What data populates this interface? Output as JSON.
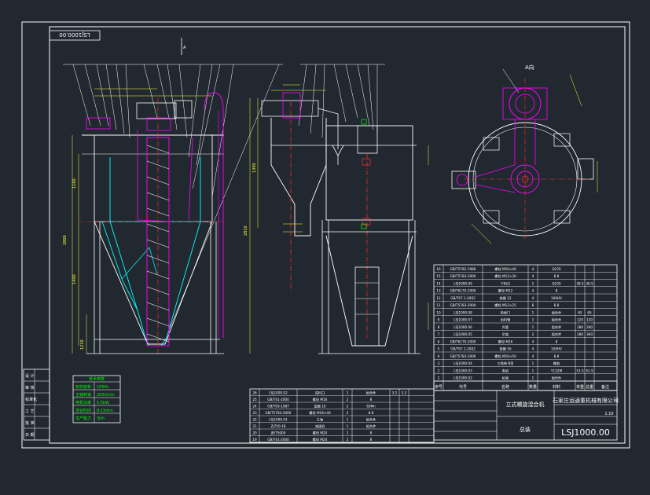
{
  "drawing": {
    "top_drawing_number": "LSJ1000.00",
    "bottom_drawing_number": "LSJ1000.00",
    "product_name": "立式螺旋混合机",
    "company": "石家庄运通重机械有限公司",
    "section_label": "A向",
    "view_arrow_label": "A",
    "assembly_label": "总装",
    "scale": "1:10"
  },
  "bom": {
    "headers": [
      "序号",
      "代号",
      "名称",
      "数量",
      "材料",
      "单重",
      "总重",
      "备注"
    ],
    "rows": [
      [
        "16",
        "GB/T5781-1986",
        "螺栓 M16×40",
        "4",
        "Q235",
        "",
        "",
        ""
      ],
      [
        "15",
        "GB/T5783-2000",
        "螺栓 M12×30",
        "4",
        "8.8",
        "",
        "",
        ""
      ],
      [
        "14",
        "LSJ1000.09",
        "下料口",
        "1",
        "Q235",
        "38.5",
        "38.5",
        ""
      ],
      [
        "13",
        "GB/T6170-2000",
        "螺母 M12",
        "4",
        "8",
        "",
        "",
        ""
      ],
      [
        "12",
        "GB/T97.1-2002",
        "垫圈 12",
        "4",
        "100HV",
        "",
        "",
        ""
      ],
      [
        "11",
        "GB/T5783-2000",
        "螺栓 M12×25",
        "8",
        "8.8",
        "",
        "",
        ""
      ],
      [
        "10",
        "LSJ1000.08",
        "检修门",
        "1",
        "组合件",
        "65",
        "65",
        ""
      ],
      [
        "9",
        "LSJ1000.07",
        "出料管",
        "1",
        "组合件",
        "120",
        "120",
        ""
      ],
      [
        "8",
        "LSJ1000.06",
        "内管",
        "1",
        "组合件",
        "280",
        "280",
        ""
      ],
      [
        "7",
        "LSJ1000.05",
        "吊架",
        "2",
        "组合件",
        "180",
        "360",
        ""
      ],
      [
        "6",
        "GB/T6170-2000",
        "螺母 M16",
        "4",
        "8",
        "",
        "",
        ""
      ],
      [
        "5",
        "GB/T97.1-2002",
        "垫圈 16",
        "4",
        "100HV",
        "",
        "",
        ""
      ],
      [
        "4",
        "GB/T5783-2000",
        "螺栓 M16×50",
        "4",
        "8.8",
        "",
        "",
        ""
      ],
      [
        "3",
        "LSJ1000.04",
        "三角带 B型",
        "1",
        "橡胶",
        "",
        "",
        ""
      ],
      [
        "2",
        "LSJ1000.03",
        "电机",
        "1",
        "Y132M",
        "51.5",
        "51.5",
        ""
      ],
      [
        "1",
        "LSJ1000.02",
        "机座",
        "1",
        "组合件",
        "",
        "",
        ""
      ]
    ]
  },
  "bom_lower": {
    "rows": [
      [
        "26",
        "LSJ1000.02",
        "进料口",
        "1",
        "组合件",
        "3.2",
        "3.2"
      ],
      [
        "25",
        "GB/T41-2000",
        "螺母 M16",
        "2",
        "8",
        "",
        ""
      ],
      [
        "24",
        "GB/T93-1987",
        "垫圈 16",
        "2",
        "65Mn",
        "",
        ""
      ],
      [
        "23",
        "GB/T5783-2000",
        "螺栓 M16×40",
        "2",
        "8.8",
        "",
        ""
      ],
      [
        "22",
        "LSJ1000.01",
        "主轴",
        "1",
        "组合件",
        "",
        ""
      ],
      [
        "21",
        "ZJ750-18",
        "减速机",
        "1",
        "组合件",
        "",
        ""
      ],
      [
        "20",
        "JB/T5000",
        "螺母 M20",
        "2",
        "8",
        "",
        ""
      ],
      [
        "19",
        "GB/T41-2000",
        "螺母 M24",
        "2",
        "8",
        "",
        ""
      ]
    ]
  },
  "tech_table": {
    "title": "技术参数",
    "rows": [
      [
        "有效容积",
        "1000L"
      ],
      [
        "主轴转速",
        "200r/min"
      ],
      [
        "电机功率",
        "5.5kW"
      ],
      [
        "混合时间",
        "8-15min"
      ],
      [
        "生产能力",
        "3t/h"
      ]
    ]
  },
  "title_block_left": {
    "labels": [
      "设 计",
      "审 核",
      "标准化",
      "工 艺",
      "批 准",
      "日 期"
    ]
  },
  "dimensions": {
    "left_height_total": "2800",
    "left_mid": "1400",
    "left_cone": "1210",
    "left_upper": "1160",
    "side_total": "2810",
    "side_upper": "1390"
  },
  "colors": {
    "background": "#212830",
    "lines": "#ffffff",
    "cyan": "#00ffff",
    "magenta": "#ff00ff",
    "red": "#ff3030",
    "yellow": "#ffff33",
    "green": "#00ff00"
  }
}
